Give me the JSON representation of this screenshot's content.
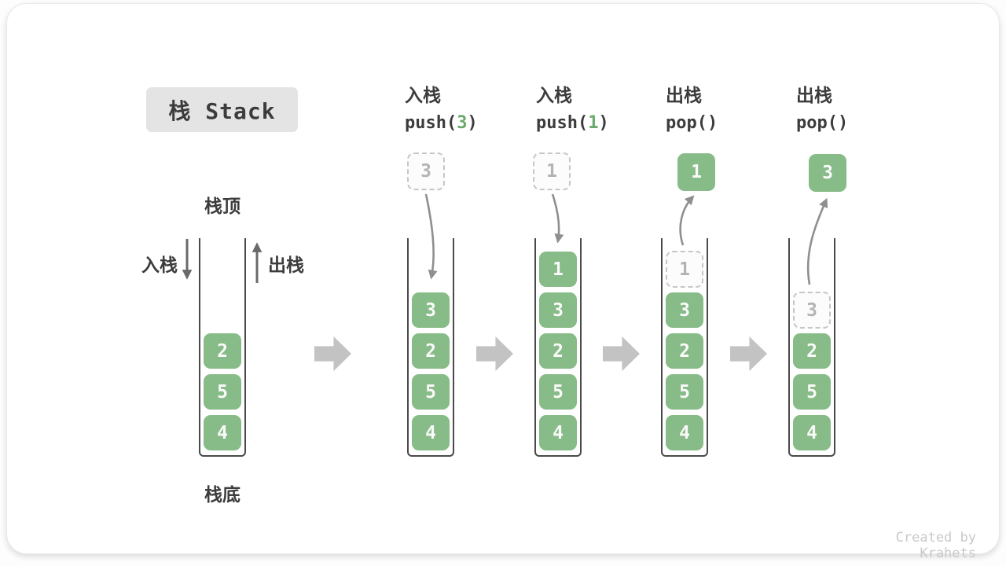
{
  "title": "栈 Stack",
  "labels": {
    "stack_top": "栈顶",
    "stack_bottom": "栈底",
    "push_side": "入栈",
    "pop_side": "出栈"
  },
  "operations": [
    {
      "name": "入栈",
      "code_pre": "push(",
      "code_arg": "3",
      "code_post": ")"
    },
    {
      "name": "入栈",
      "code_pre": "push(",
      "code_arg": "1",
      "code_post": ")"
    },
    {
      "name": "出栈",
      "code_pre": "pop()",
      "code_arg": "",
      "code_post": ""
    },
    {
      "name": "出栈",
      "code_pre": "pop()",
      "code_arg": "",
      "code_post": ""
    }
  ],
  "floating": [
    {
      "style": "dashed",
      "value": "3"
    },
    {
      "style": "dashed",
      "value": "1"
    },
    {
      "style": "solid",
      "value": "1"
    },
    {
      "style": "solid",
      "value": "3"
    }
  ],
  "stacks": [
    {
      "cells": [
        "2",
        "5",
        "4"
      ]
    },
    {
      "cells": [
        "3",
        "2",
        "5",
        "4"
      ]
    },
    {
      "cells": [
        "1",
        "3",
        "2",
        "5",
        "4"
      ]
    },
    {
      "ghost": "1",
      "cells": [
        "3",
        "2",
        "5",
        "4"
      ]
    },
    {
      "ghost": "3",
      "cells": [
        "2",
        "5",
        "4"
      ]
    }
  ],
  "watermark": "Created by Krahets",
  "colors": {
    "cell_green": "#87bb87",
    "code_arg_green": "#69a969",
    "ghost_border": "#c6c6c6",
    "ghost_text": "#b3b3b3",
    "container_stroke": "#4a4a4a",
    "step_arrow_gray": "#c3c3c3",
    "flow_arrow_gray": "#8f8f8f",
    "side_arrow_gray": "#6a6a6a",
    "title_bg": "#e4e4e4",
    "text_dark": "#3c3c3c",
    "watermark_gray": "#c9c9c9"
  }
}
